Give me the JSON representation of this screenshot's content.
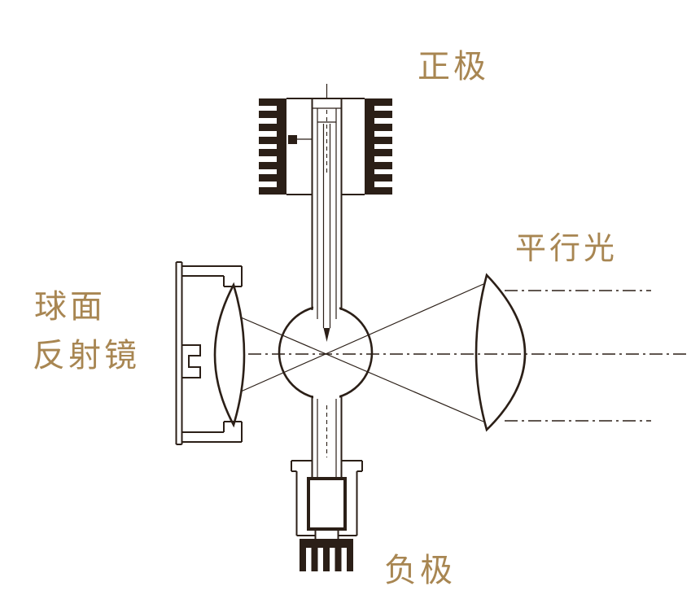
{
  "figure": {
    "labels": {
      "anode": "正极",
      "parallel_light": "平行光",
      "spherical_reflector_line1": "球面",
      "spherical_reflector_line2": "反射镜",
      "cathode": "负极"
    },
    "colors": {
      "label_text": "#a88652",
      "line": "#2b1f17",
      "background": "#ffffff"
    }
  }
}
